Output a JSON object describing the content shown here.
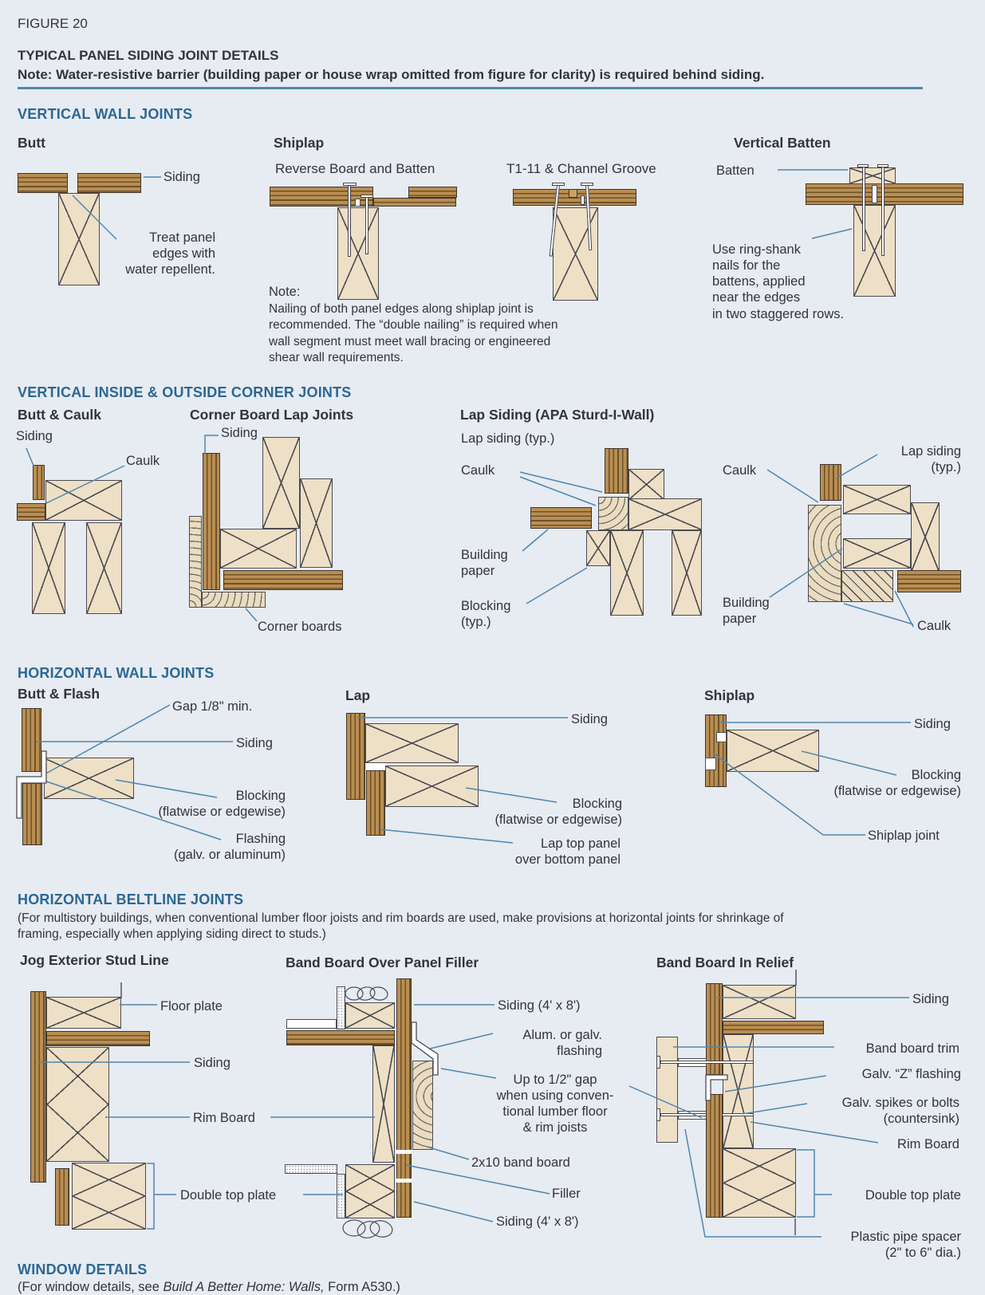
{
  "colors": {
    "background": "#e7ebf2",
    "heading_blue": "#2b6894",
    "text": "#34333d",
    "leader_blue": "#4e87ae",
    "wood_brown": "#b98e52",
    "wood_stripe": "#6e5128",
    "lumber_tan": "#eee0c6",
    "outline": "#4c4b52"
  },
  "header": {
    "figure_label": "FIGURE 20",
    "title": "TYPICAL PANEL SIDING JOINT DETAILS",
    "note": "Note: Water-resistive barrier (building paper or house wrap omitted from figure for clarity) is required behind siding."
  },
  "vertical_wall": {
    "heading": "VERTICAL WALL JOINTS",
    "butt": {
      "title": "Butt",
      "siding": "Siding",
      "treat": "Treat panel\nedges with\nwater repellent."
    },
    "shiplap": {
      "title": "Shiplap",
      "reverse_sub": "Reverse Board and Batten",
      "t111_sub": "T1-11 & Channel Groove",
      "note_head": "Note:",
      "note_body": "Nailing of both panel edges along shiplap joint is\nrecommended. The “double nailing” is required when\nwall segment must meet wall bracing or engineered\nshear wall requirements."
    },
    "batten": {
      "title": "Vertical Batten",
      "batten": "Batten",
      "note": "Use ring-shank\nnails for the\nbattens, applied\nnear the edges\nin two staggered rows."
    }
  },
  "corner": {
    "heading": "VERTICAL INSIDE & OUTSIDE CORNER JOINTS",
    "butt_caulk_title": "Butt & Caulk",
    "corner_board_title": "Corner Board Lap Joints",
    "lap_title": "Lap Siding (APA Sturd-I-Wall)",
    "siding": "Siding",
    "caulk": "Caulk",
    "corner_boards": "Corner boards",
    "lap_typ": "Lap siding (typ.)",
    "lap_typ_2l": "Lap siding\n(typ.)",
    "building_paper": "Building\npaper",
    "blocking_typ": "Blocking\n(typ.)"
  },
  "horizontal_wall": {
    "heading": "HORIZONTAL WALL JOINTS",
    "butt_flash_title": "Butt & Flash",
    "lap_title": "Lap",
    "shiplap_title": "Shiplap",
    "gap": "Gap 1/8\" min.",
    "siding": "Siding",
    "blocking": "Blocking\n(flatwise or edgewise)",
    "flashing": "Flashing\n(galv. or aluminum)",
    "lap_top": "Lap top panel\nover bottom panel",
    "shiplap_joint": "Shiplap joint"
  },
  "beltline": {
    "heading": "HORIZONTAL BELTLINE JOINTS",
    "intro": "(For multistory buildings, when conventional lumber floor joists and rim boards are used, make provisions at horizontal joints for shrinkage of\nframing, especially when applying siding direct to studs.)",
    "jog_title": "Jog Exterior Stud Line",
    "band_over_title": "Band Board Over Panel Filler",
    "band_relief_title": "Band Board In Relief",
    "floor_plate": "Floor plate",
    "siding": "Siding",
    "rim_board": "Rim Board",
    "double_top_plate": "Double top plate",
    "siding_4x8": "Siding (4' x 8')",
    "alum_flashing": "Alum. or galv.\nflashing",
    "gap_note": "Up to 1/2\" gap\nwhen using conven-\ntional lumber floor\n& rim joists",
    "band_board_2x10": "2x10 band board",
    "filler": "Filler",
    "band_board_trim": "Band board trim",
    "z_flashing": "Galv. “Z” flashing",
    "spikes": "Galv. spikes or bolts\n(countersink)",
    "pipe_spacer": "Plastic pipe spacer\n(2\" to 6\" dia.)"
  },
  "window": {
    "heading": "WINDOW DETAILS",
    "note_pre": "(For window details, see ",
    "note_italic": "Build A Better Home: Walls,",
    "note_post": " Form A530.)"
  }
}
